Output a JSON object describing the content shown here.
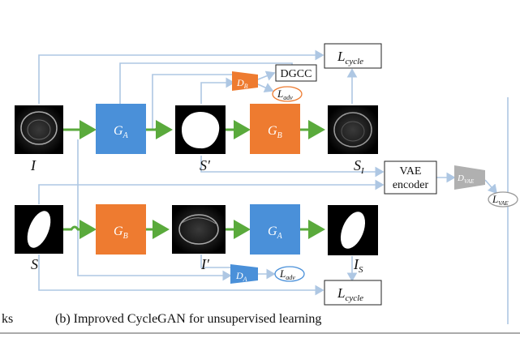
{
  "caption": "(b) Improved CycleGAN for unsupervised learning",
  "left_fragment": "ks",
  "generators": {
    "top_ga": {
      "main": "G",
      "sub": "A"
    },
    "top_gb": {
      "main": "G",
      "sub": "B"
    },
    "bot_gb": {
      "main": "G",
      "sub": "B"
    },
    "bot_ga": {
      "main": "G",
      "sub": "A"
    }
  },
  "discriminators": {
    "db": {
      "main": "D",
      "sub": "B"
    },
    "da": {
      "main": "D",
      "sub": "A"
    },
    "dvae": {
      "main": "D",
      "sub": "VAE"
    }
  },
  "images": {
    "i_top": "I",
    "s_prime": "S′",
    "s_i": {
      "main": "S",
      "sub": "I"
    },
    "s_bot": "S",
    "i_prime": "I′",
    "i_s": {
      "main": "I",
      "sub": "S"
    }
  },
  "boxes": {
    "dgcc": "DGCC",
    "vae_line1": "VAE",
    "vae_line2": "encoder"
  },
  "losses": {
    "cycle_top": {
      "main": "L",
      "sub": "cycle"
    },
    "adv_top": {
      "main": "L",
      "sub": "adv"
    },
    "vae": {
      "main": "L",
      "sub": "VAE"
    },
    "adv_bot": {
      "main": "L",
      "sub": "adv"
    },
    "cycle_bot": {
      "main": "L",
      "sub": "cycle"
    }
  },
  "colors": {
    "generator_blue": "#4a90d9",
    "generator_orange": "#ee7b30",
    "connector": "#aec7e3",
    "flow_arrow": "#5aaa3c",
    "discriminator_vae": "#b0b0b0"
  }
}
